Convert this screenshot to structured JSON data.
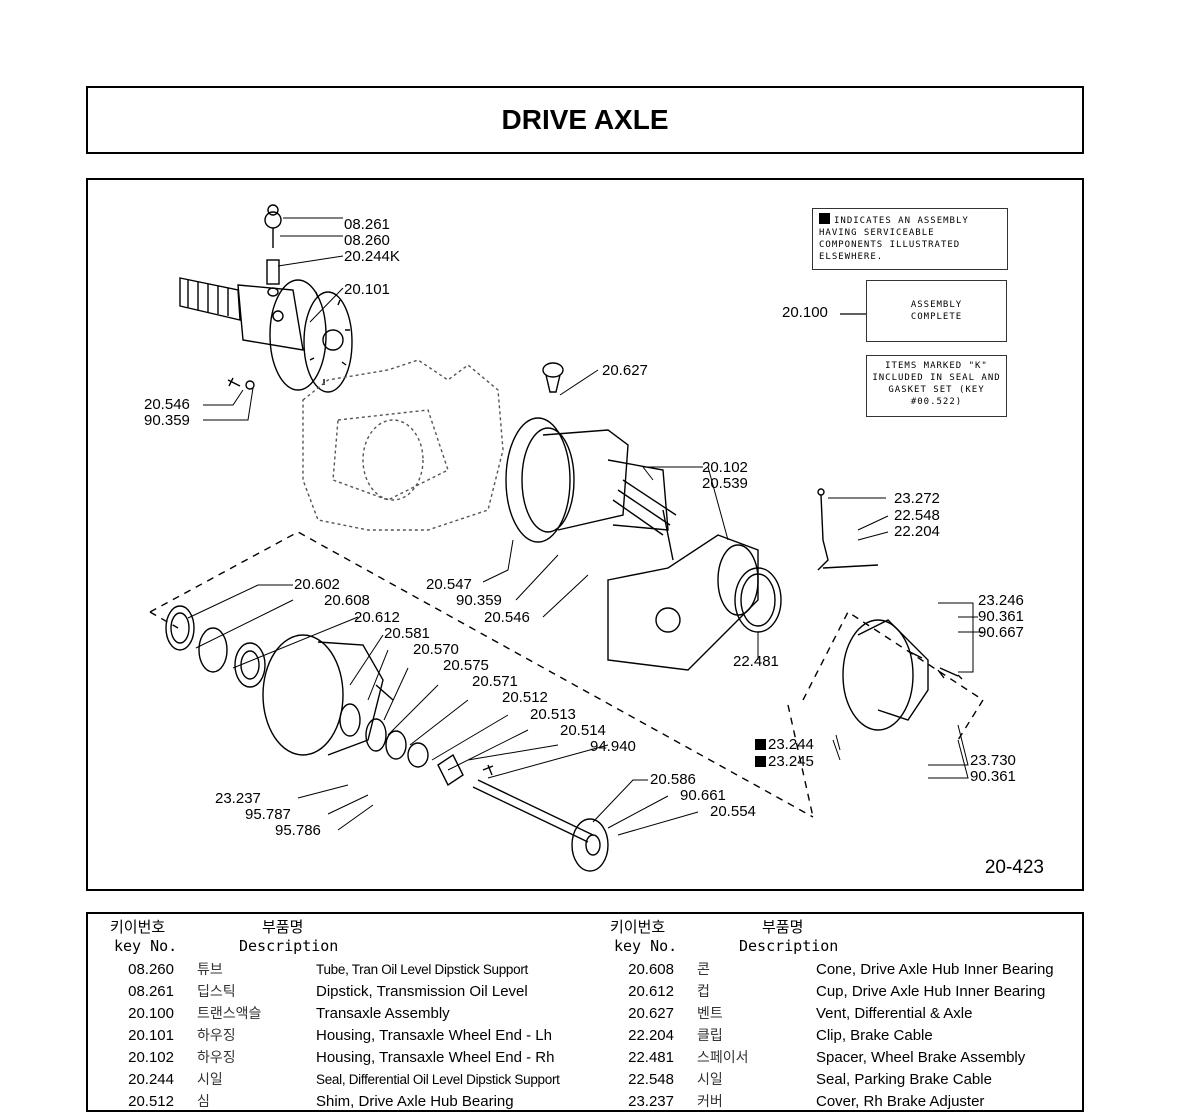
{
  "title": "DRIVE AXLE",
  "figure_number": "20-423",
  "notes": {
    "assembly_indicator": "INDICATES AN ASSEMBLY HAVING SERVICEABLE COMPONENTS ILLUSTRATED ELSEWHERE.",
    "assembly_complete": "ASSEMBLY COMPLETE",
    "assembly_complete_key": "20.100",
    "seal_kit": "ITEMS MARKED \"K\" INCLUDED IN SEAL AND GASKET SET (KEY #00.522)"
  },
  "callouts": [
    "08.261",
    "08.260",
    "20.244K",
    "20.101",
    "20.546",
    "90.359",
    "20.627",
    "20.102",
    "20.539",
    "23.272",
    "22.548",
    "22.204",
    "20.602",
    "20.608",
    "20.612",
    "20.581",
    "20.570",
    "20.575",
    "20.571",
    "20.512",
    "20.513",
    "20.514",
    "94.940",
    "20.547",
    "90.359",
    "20.546",
    "22.481",
    "23.246",
    "90.361",
    "90.667",
    "23.244",
    "23.245",
    "23.730",
    "90.361",
    "20.586",
    "90.661",
    "20.554",
    "23.237",
    "95.787",
    "95.786"
  ],
  "parts_table": {
    "headers": {
      "key_ko": "키이번호",
      "key_en": "key No.",
      "desc_ko": "부품명",
      "desc_en": "Description"
    },
    "left": [
      {
        "key": "08.260",
        "ko": "튜브",
        "desc": "Tube, Tran Oil Level Dipstick Support"
      },
      {
        "key": "08.261",
        "ko": "딥스틱",
        "desc": "Dipstick, Transmission Oil Level"
      },
      {
        "key": "20.100",
        "ko": "트랜스액슬",
        "desc": "Transaxle Assembly"
      },
      {
        "key": "20.101",
        "ko": "하우징",
        "desc": "Housing, Transaxle Wheel End - Lh"
      },
      {
        "key": "20.102",
        "ko": "하우징",
        "desc": "Housing, Transaxle Wheel End - Rh"
      },
      {
        "key": "20.244",
        "ko": "시일",
        "desc": "Seal, Differential Oil Level Dipstick Support"
      },
      {
        "key": "20.512",
        "ko": "심",
        "desc": "Shim, Drive Axle Hub Bearing"
      }
    ],
    "right": [
      {
        "key": "20.608",
        "ko": "콘",
        "desc": "Cone, Drive Axle Hub Inner Bearing"
      },
      {
        "key": "20.612",
        "ko": "컵",
        "desc": "Cup, Drive Axle Hub Inner Bearing"
      },
      {
        "key": "20.627",
        "ko": "벤트",
        "desc": "Vent, Differential & Axle"
      },
      {
        "key": "22.204",
        "ko": "클립",
        "desc": "Clip, Brake Cable"
      },
      {
        "key": "22.481",
        "ko": "스페이서",
        "desc": "Spacer, Wheel Brake Assembly"
      },
      {
        "key": "22.548",
        "ko": "시일",
        "desc": "Seal, Parking Brake Cable"
      },
      {
        "key": "23.237",
        "ko": "커버",
        "desc": "Cover, Rh Brake Adjuster"
      }
    ]
  }
}
